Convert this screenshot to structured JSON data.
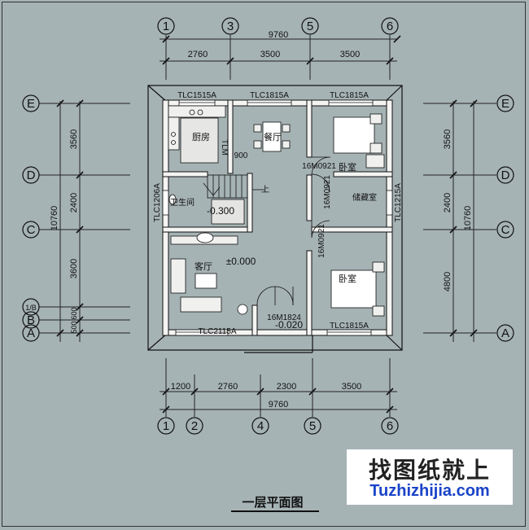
{
  "drawing": {
    "title": "一层平面图",
    "axes_top": [
      "1",
      "3",
      "5",
      "6"
    ],
    "axes_bottom": [
      "1",
      "2",
      "4",
      "5",
      "6"
    ],
    "axes_left": [
      "E",
      "D",
      "C",
      "1/B",
      "B",
      "A"
    ],
    "axes_right": [
      "E",
      "D",
      "C",
      "A"
    ],
    "dims_top_total": "9760",
    "dims_top_segments": [
      "2760",
      "3500",
      "3500"
    ],
    "dims_bottom_segments": [
      "1200",
      "2760",
      "2300",
      "3500"
    ],
    "dims_bottom_total": "9760",
    "dims_left_total": "10760",
    "dims_left_segments": [
      "3560",
      "2400",
      "3600",
      "600",
      "500"
    ],
    "dims_right_segments": [
      "3560",
      "2400",
      "4800"
    ],
    "dims_right_total": "10760",
    "rooms": {
      "kitchen": "厨房",
      "dining": "餐厅",
      "bedroom_upper": "卧室",
      "bathroom": "卫生间",
      "storage": "储藏室",
      "living": "客厅",
      "bedroom_lower": "卧室"
    },
    "windows": {
      "top_left": "TLC1515A",
      "top_mid": "TLC1815A",
      "top_right": "TLC1815A",
      "left": "TLC1206A",
      "right": "TLC1215A",
      "bottom_left": "TLC2115A",
      "bottom_right": "TLC1815A"
    },
    "doors": {
      "bedroom_upper": "16M0921",
      "storage": "16M0921",
      "bedroom_lower": "16M0921",
      "entrance": "16M1824"
    },
    "misc": {
      "tlm": "TLM",
      "opening": "900",
      "stair_up": "上"
    },
    "levels": {
      "bathroom": "-0.300",
      "living": "±0.000",
      "entrance": "-0.020"
    }
  },
  "brand": {
    "name": "找图纸就上",
    "url": "Tuzhizhijia.com"
  }
}
